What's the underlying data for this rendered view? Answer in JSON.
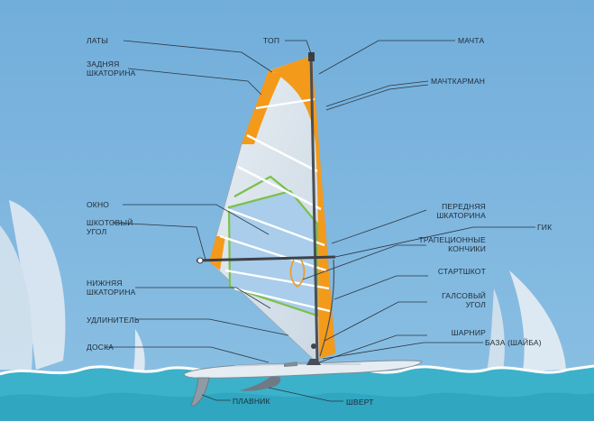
{
  "labels": {
    "laty": "ЛАТЫ",
    "zadnyaya_line1": "ЗАДНЯЯ",
    "zadnyaya_line2": "ШКАТОРИНА",
    "top": "ТОП",
    "machta": "МАЧТА",
    "machtkarman": "МАЧТКАРМАН",
    "okno": "ОКНО",
    "shkotovy_line1": "ШКОТОВЫЙ",
    "shkotovy_line2": "УГОЛ",
    "nizhnyaya_line1": "НИЖНЯЯ",
    "nizhnyaya_line2": "ШКАТОРИНА",
    "udlinitel": "УДЛИНИТЕЛЬ",
    "doska": "ДОСКА",
    "perednyaya_line1": "ПЕРЕДНЯЯ",
    "perednyaya_line2": "ШКАТОРИНА",
    "gik": "ГИК",
    "trapecionnye_line1": "ТРАПЕЦИОННЫЕ",
    "trapecionnye_line2": "КОНЧИКИ",
    "startshkot": "СТАРТШКОТ",
    "galsovy_line1": "ГАЛСОВЫЙ",
    "galsovy_line2": "УГОЛ",
    "sharnir": "ШАРНИР",
    "baza": "БАЗА (ШАЙБА)",
    "plavnik": "ПЛАВНИК",
    "shvert": "ШВЕРТ"
  },
  "colors": {
    "sky": "#7fb6df",
    "sea": "#3bb0c9",
    "wave": "#ffffff",
    "sail_orange": "#f39a1b",
    "sail_window": "#a9cdea",
    "sail_panel": "#dde5ec",
    "window_trim": "#7cc04a",
    "board": "#e8eef2"
  }
}
